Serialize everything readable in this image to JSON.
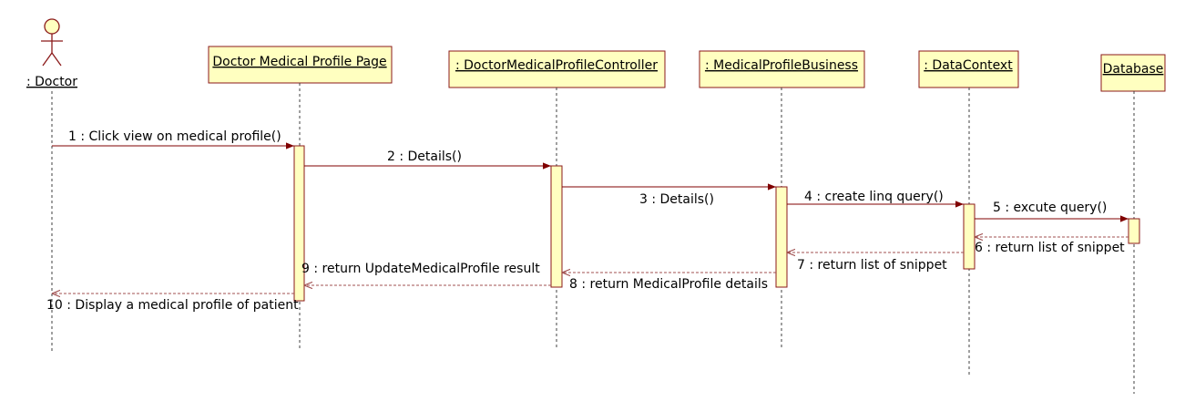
{
  "colors": {
    "box_fill": "#ffffc0",
    "box_stroke": "#8b1a1a",
    "arrow": "#800000",
    "return_arrow": "#a05050",
    "lifeline": "#404040",
    "text": "#000000"
  },
  "actor": {
    "label": ": Doctor",
    "icon": "stick-figure-icon"
  },
  "participants": [
    {
      "id": "page",
      "label": "Doctor Medical Profile Page"
    },
    {
      "id": "controller",
      "label": " : DoctorMedicalProfileController"
    },
    {
      "id": "business",
      "label": " : MedicalProfileBusiness"
    },
    {
      "id": "datacontext",
      "label": " : DataContext"
    },
    {
      "id": "database",
      "label": "Database"
    }
  ],
  "messages": [
    {
      "number": 1,
      "text": "1 : Click view on medical profile()",
      "kind": "call"
    },
    {
      "number": 2,
      "text": "2 : Details()",
      "kind": "call"
    },
    {
      "number": 3,
      "text": "3 : Details()",
      "kind": "call"
    },
    {
      "number": 4,
      "text": "4 : create linq query()",
      "kind": "call"
    },
    {
      "number": 5,
      "text": "5 : excute query()",
      "kind": "call"
    },
    {
      "number": 6,
      "text": "6 : return list of snippet",
      "kind": "return"
    },
    {
      "number": 7,
      "text": "7 : return list of snippet",
      "kind": "return"
    },
    {
      "number": 8,
      "text": "8 : return MedicalProfile details",
      "kind": "return"
    },
    {
      "number": 9,
      "text": "9 : return UpdateMedicalProfile result",
      "kind": "return"
    },
    {
      "number": 10,
      "text": "10 : Display a medical profile of patient",
      "kind": "return"
    }
  ]
}
